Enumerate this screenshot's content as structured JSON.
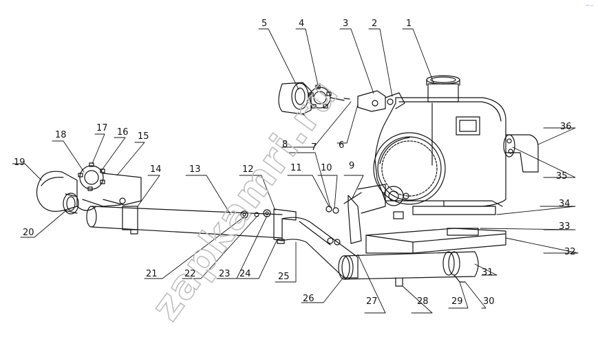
{
  "diagram": {
    "callouts": [
      "1",
      "2",
      "3",
      "4",
      "5",
      "6",
      "7",
      "8",
      "9",
      "10",
      "11",
      "12",
      "13",
      "14",
      "15",
      "16",
      "17",
      "18",
      "19",
      "20",
      "21",
      "22",
      "23",
      "24",
      "25",
      "26",
      "27",
      "28",
      "29",
      "30",
      "31",
      "32",
      "33",
      "34",
      "35",
      "36"
    ],
    "watermark": "zapkamri.ru",
    "line_color": "#111111",
    "watermark_color": "#bdbdbd"
  }
}
